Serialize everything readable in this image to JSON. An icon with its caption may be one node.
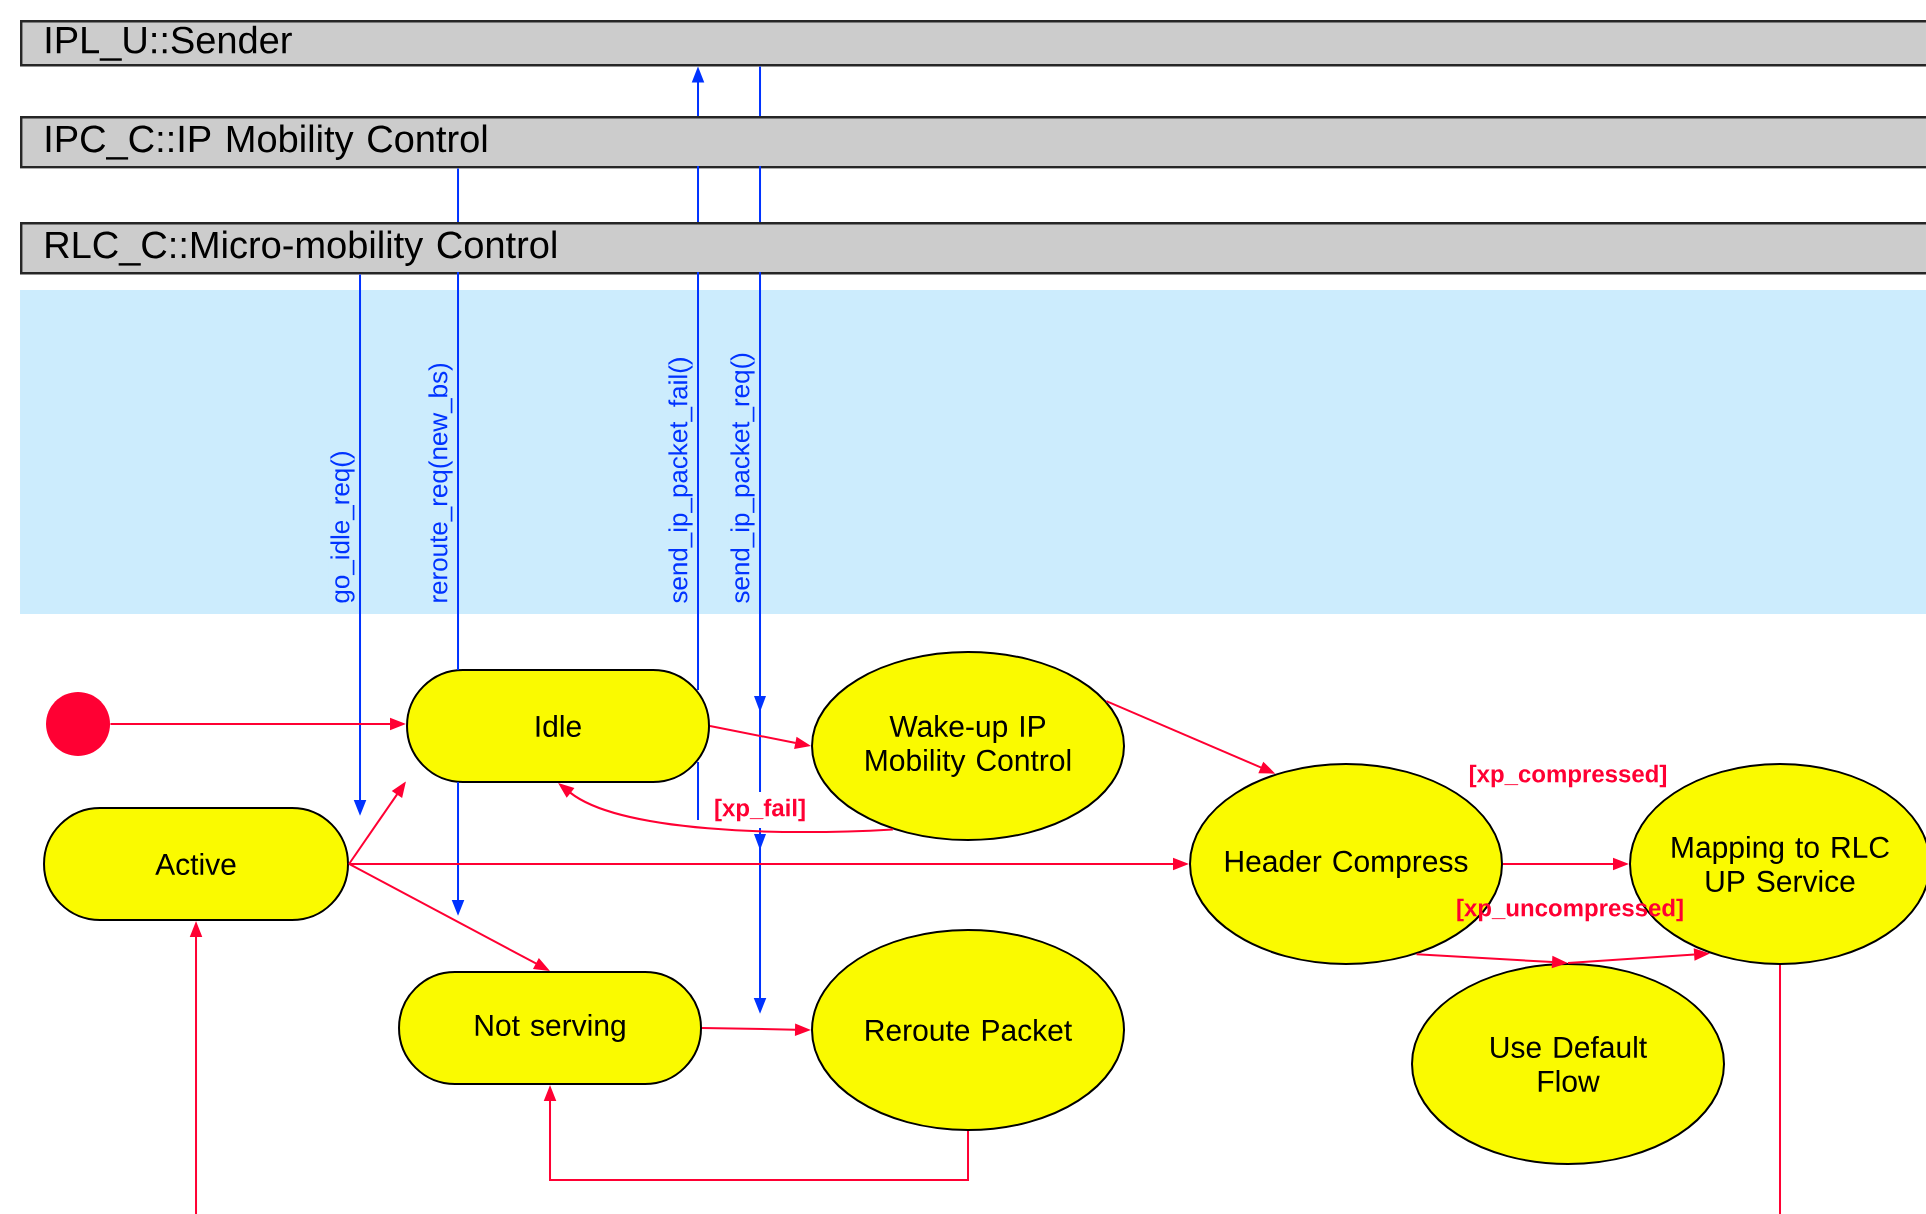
{
  "diagram": {
    "nodes": [
      {
        "text": [
          "IPL_U::Sender"
        ]
      },
      {
        "text": [
          "IPC_C::IP Mobility Control"
        ]
      },
      {
        "text": [
          "RLC_C::Micro-mobility Control"
        ]
      },
      {
        "text": [],
        "shape": "circle"
      },
      {
        "text": [
          "Idle"
        ]
      },
      {
        "text": [
          "Wake-up IP Mobility Control"
        ]
      },
      {
        "text": [
          "Active"
        ]
      },
      {
        "text": [
          "Header Compress"
        ]
      },
      {
        "text": [
          "Mapping to RLC UP Service"
        ]
      },
      {
        "text": [
          "Not serving"
        ]
      },
      {
        "text": [
          "Reroute Packet"
        ]
      },
      {
        "text": [
          "Use Default Flow"
        ]
      }
    ],
    "edges": [
      {
        "from": 2,
        "to": null,
        "arrow": "to",
        "label": "go_idle_req()",
        "color": "#0033ff"
      },
      {
        "from": 1,
        "to": null,
        "arrow": "to",
        "label": "reroute_req(new_bs)",
        "color": "#0033ff"
      },
      {
        "from": null,
        "to": 0,
        "arrow": "to",
        "label": "send_ip_packet_fail()",
        "color": "#0033ff"
      },
      {
        "from": 0,
        "to": null,
        "arrow": "to",
        "label": "send_ip_packet_req()",
        "color": "#0033ff"
      },
      {
        "from": 3,
        "to": 4,
        "arrow": "to"
      },
      {
        "from": 6,
        "to": 4,
        "arrow": "to"
      },
      {
        "from": 6,
        "to": 9,
        "arrow": "to"
      },
      {
        "from": 6,
        "to": 7,
        "arrow": "to"
      },
      {
        "from": 4,
        "to": 5,
        "arrow": "to"
      },
      {
        "from": 5,
        "to": 4,
        "arrow": "to",
        "label": "[xp_fail]"
      },
      {
        "from": 5,
        "to": 7,
        "arrow": "to"
      },
      {
        "from": 7,
        "to": 8,
        "arrow": "to",
        "label": "[xp_compressed]"
      },
      {
        "from": 7,
        "to": 11,
        "arrow": "to",
        "label": "[xp_uncompressed]"
      },
      {
        "from": 11,
        "to": 8,
        "arrow": "to"
      },
      {
        "from": 9,
        "to": 10,
        "arrow": "to"
      },
      {
        "from": 10,
        "to": 9,
        "arrow": "to"
      },
      {
        "from": null,
        "to": 6,
        "arrow": "to"
      },
      {
        "from": 8,
        "to": null,
        "arrow": "none"
      }
    ]
  }
}
